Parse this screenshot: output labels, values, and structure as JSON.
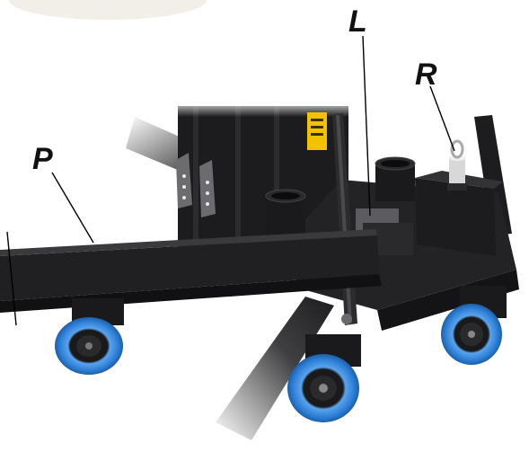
{
  "photo": {
    "subject": "lift-base-with-casters",
    "colors": {
      "frame": "#1b1b1d",
      "frame_edge": "#3a3a3d",
      "wheel_tread": "#2d7fd6",
      "wheel_hub": "#1a1a1a",
      "warning_label": "#f2c200",
      "background": "#ffffff"
    }
  },
  "callouts": {
    "l": {
      "letter": "L"
    },
    "r": {
      "letter": "R"
    },
    "p": {
      "letter": "P"
    }
  }
}
